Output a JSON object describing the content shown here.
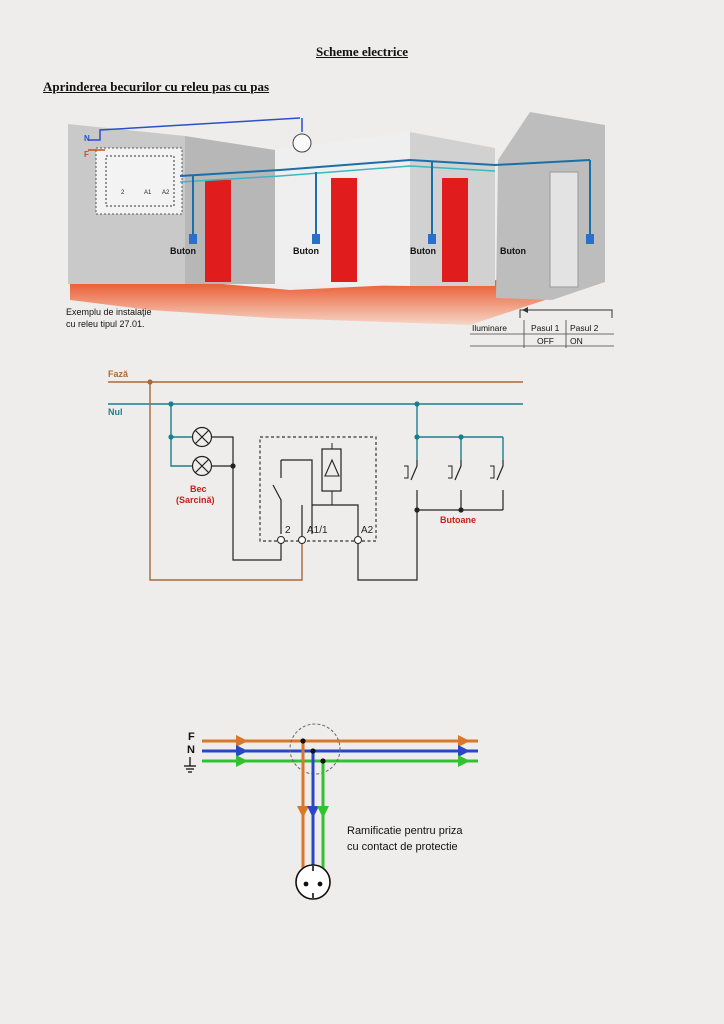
{
  "page": {
    "title": "Scheme electrice",
    "subtitle": "Aprinderea becurilor cu releu pas cu pas"
  },
  "house_illustration": {
    "wire_labels": [
      "N",
      "F"
    ],
    "button_labels": [
      "Buton",
      "Buton",
      "Buton",
      "Buton"
    ],
    "caption_line1": "Exemplu de instalaţie",
    "caption_line2": "cu releu tipul 27.01.",
    "relay_terminals": [
      "2",
      "A1",
      "A2"
    ],
    "table": {
      "row_label": "Iluminare",
      "steps": [
        "Pasul 1",
        "Pasul 2"
      ],
      "states": [
        "OFF",
        "ON"
      ]
    }
  },
  "relay_schematic": {
    "phase_label": "Fază",
    "neutral_label": "Nul",
    "lamp_label_line1": "Bec",
    "lamp_label_line2": "(Sarcină)",
    "buttons_label": "Butoane",
    "terminals": [
      "2",
      "A1/1",
      "A2"
    ],
    "colors": {
      "phase": "#a9693b",
      "neutral": "#1a7f8c",
      "wiring": "#222222",
      "label_red": "#c0221a"
    }
  },
  "socket_diagram": {
    "conductor_labels": [
      "F",
      "N"
    ],
    "ground_symbol": "earth-icon",
    "caption_line1": "Ramificatie pentru priza",
    "caption_line2": "cu contact de protectie",
    "colors": {
      "F": "#d9772a",
      "N": "#2a46c8",
      "PE": "#2fc42f"
    }
  }
}
